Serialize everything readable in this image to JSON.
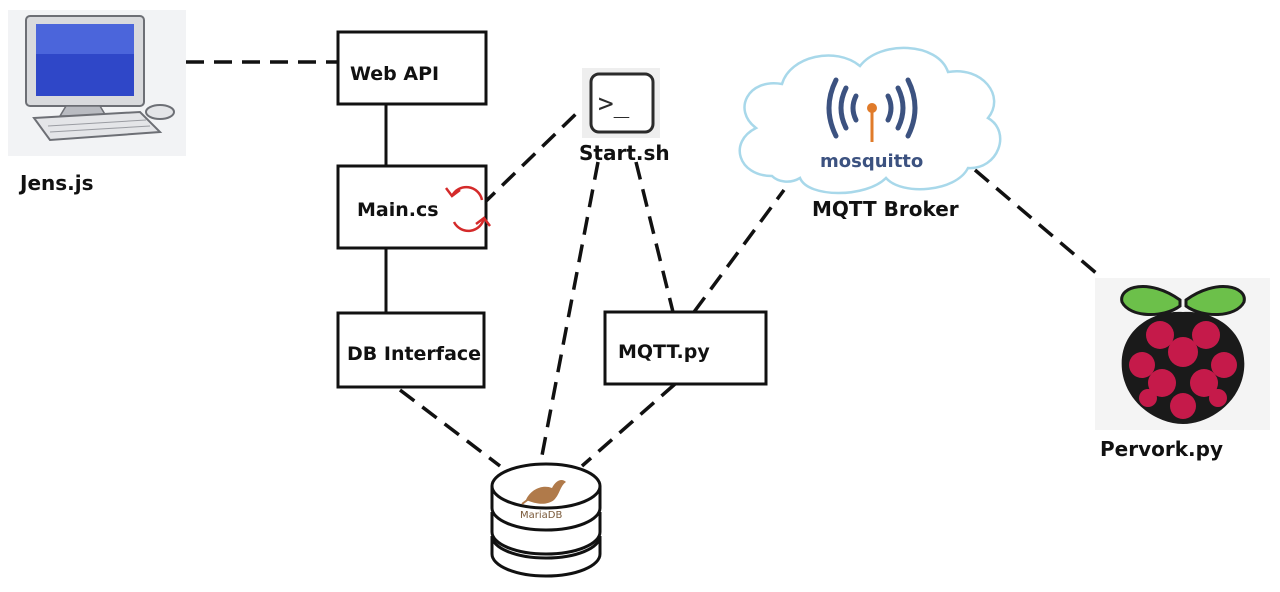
{
  "nodes": {
    "client_label": "Jens.js",
    "web_api": "Web API",
    "main_cs": "Main.cs",
    "db_interface": "DB Interface",
    "start_sh": "Start.sh",
    "mqtt_py": "MQTT.py",
    "mqtt_broker": "MQTT Broker",
    "pervork_py": "Pervork.py",
    "mariadb_logo_text": "MariaDB",
    "mosquitto_logo_text": "mosquitto",
    "terminal_prompt": ">_"
  },
  "colors": {
    "cloud_stroke": "#a8d8ea",
    "mosquitto_blue": "#3c5280",
    "mosquitto_orange": "#e07b2a",
    "raspberry_red": "#c51a4a",
    "raspberry_green": "#6cc04a",
    "restart_icon_red": "#d42a2a"
  }
}
